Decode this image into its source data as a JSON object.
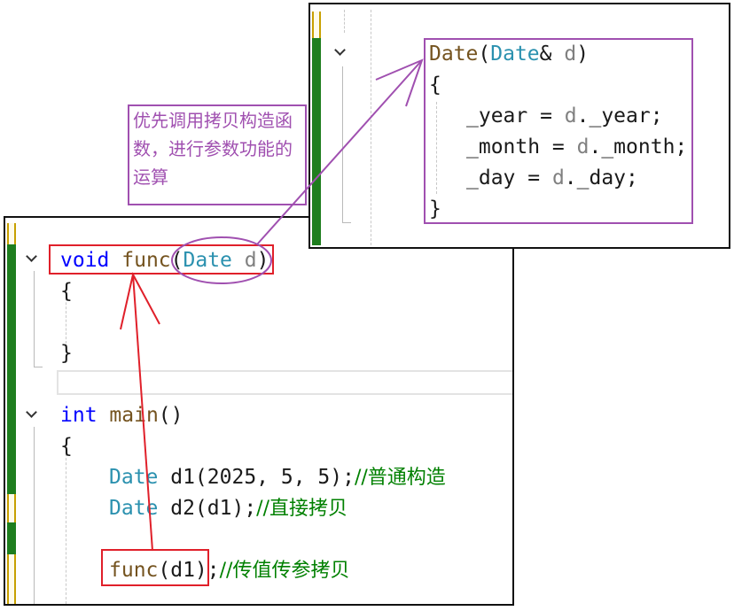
{
  "colors": {
    "keyword": "#0000ff",
    "type": "#2b91af",
    "function": "#74531f",
    "parameter": "#808080",
    "comment": "#008000",
    "annotation": "#a050b0",
    "highlight": "#e0202a"
  },
  "icons": [
    "fold-chevron-icon"
  ],
  "main_code": {
    "func_decl": {
      "kw": "void",
      "name": "func",
      "open": "(",
      "ptype": "Date",
      "pname": "d",
      "close": ")"
    },
    "open_brace_1": "{",
    "close_brace_1": "}",
    "main_decl": {
      "kw": "int",
      "name": "main",
      "parens": "()"
    },
    "open_brace_2": "{",
    "line_d1": {
      "type": "Date",
      "rest": " d1(2025, 5, 5);",
      "comment": "//普通构造"
    },
    "line_d2": {
      "type": "Date",
      "rest": " d2(d1);",
      "comment": "//直接拷贝"
    },
    "line_call": {
      "name": "func",
      "args": "(d1)",
      "semi": ";",
      "comment": "//传值传参拷贝"
    }
  },
  "copy_code": {
    "sig": {
      "name": "Date",
      "open": "(",
      "ptype": "Date",
      "amp": "& ",
      "pname": "d",
      "close": ")"
    },
    "open_brace": "{",
    "line_year": {
      "lhs": "_year = ",
      "obj": "d",
      "rhs": "._year;"
    },
    "line_month": {
      "lhs": "_month = ",
      "obj": "d",
      "rhs": "._month;"
    },
    "line_day": {
      "lhs": "_day = ",
      "obj": "d",
      "rhs": "._day;"
    },
    "close_brace": "}"
  },
  "annotation": {
    "text": "优先调用拷贝构造函数，进行参数功能的运算"
  }
}
